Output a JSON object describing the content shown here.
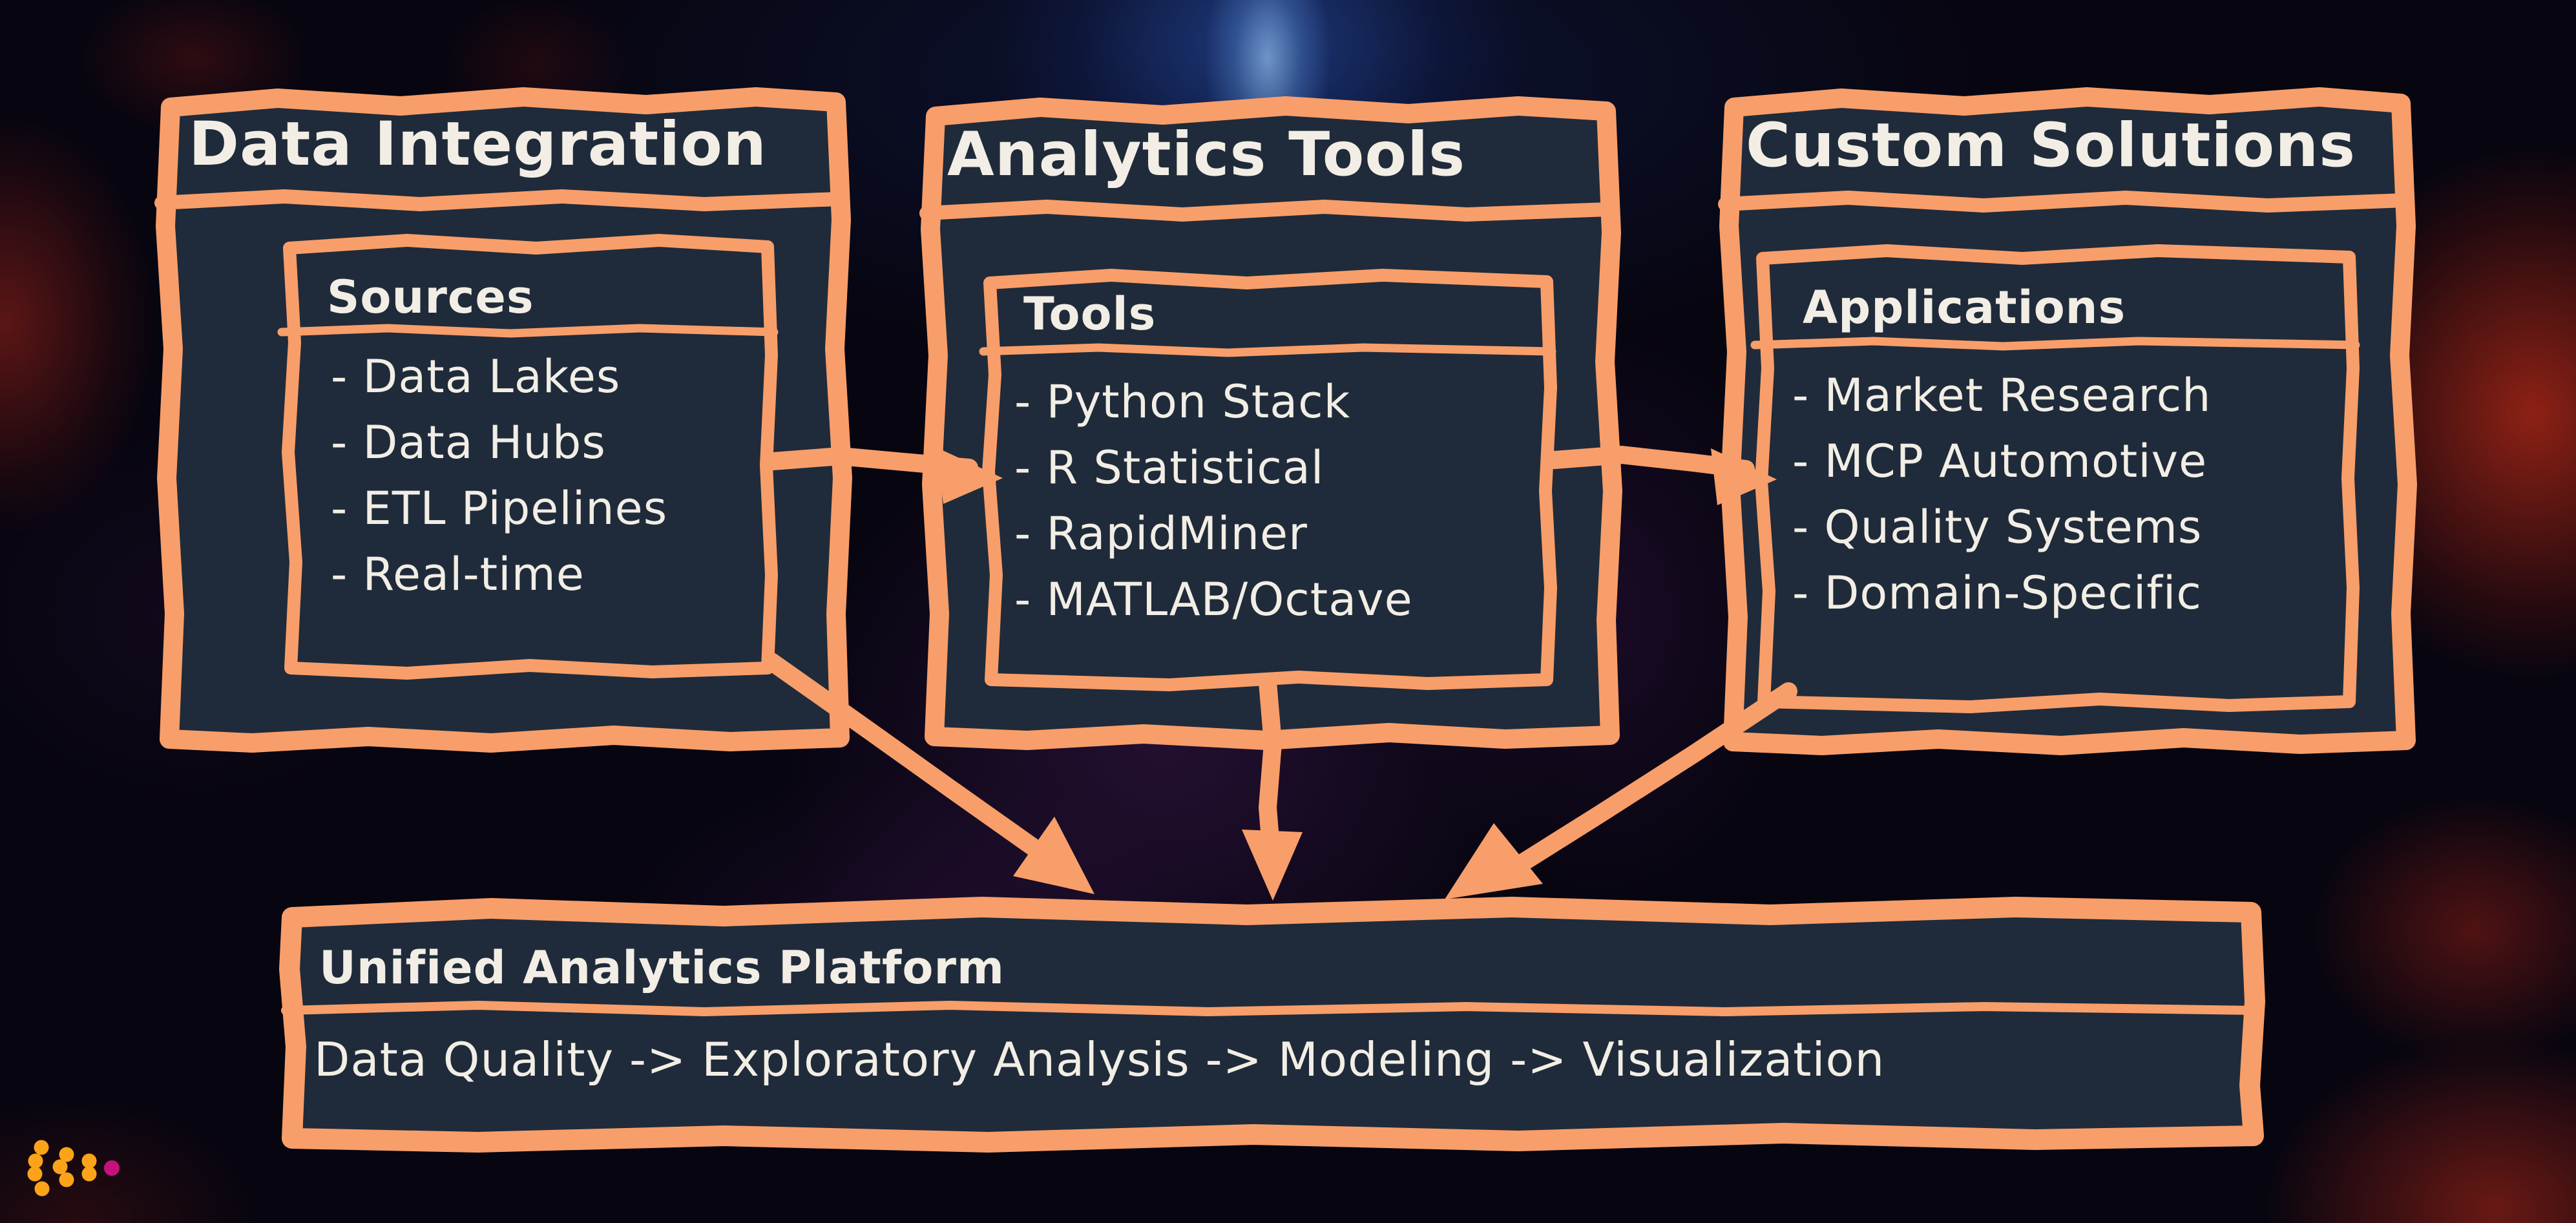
{
  "diagram": {
    "groups": [
      {
        "title": "Data Integration",
        "panel": {
          "title": "Sources",
          "items": [
            "- Data Lakes",
            "- Data Hubs",
            "- ETL Pipelines",
            "- Real-time"
          ]
        }
      },
      {
        "title": "Analytics Tools",
        "panel": {
          "title": "Tools",
          "items": [
            "- Python Stack",
            "- R Statistical",
            "- RapidMiner",
            "- MATLAB/Octave"
          ]
        }
      },
      {
        "title": "Custom Solutions",
        "panel": {
          "title": "Applications",
          "items": [
            "- Market Research",
            "- MCP Automotive",
            "- Quality Systems",
            "- Domain-Specific"
          ]
        }
      }
    ],
    "platform": {
      "title": "Unified Analytics Platform",
      "pipeline": "Data Quality -> Exploratory Analysis -> Modeling -> Visualization"
    },
    "colors": {
      "stroke_orange": "#F89E6A",
      "node_fill": "#1F2B3A",
      "text_cream": "#F2EEE5",
      "logo_orange": "#FCA319",
      "logo_pink": "#C4127C"
    }
  }
}
